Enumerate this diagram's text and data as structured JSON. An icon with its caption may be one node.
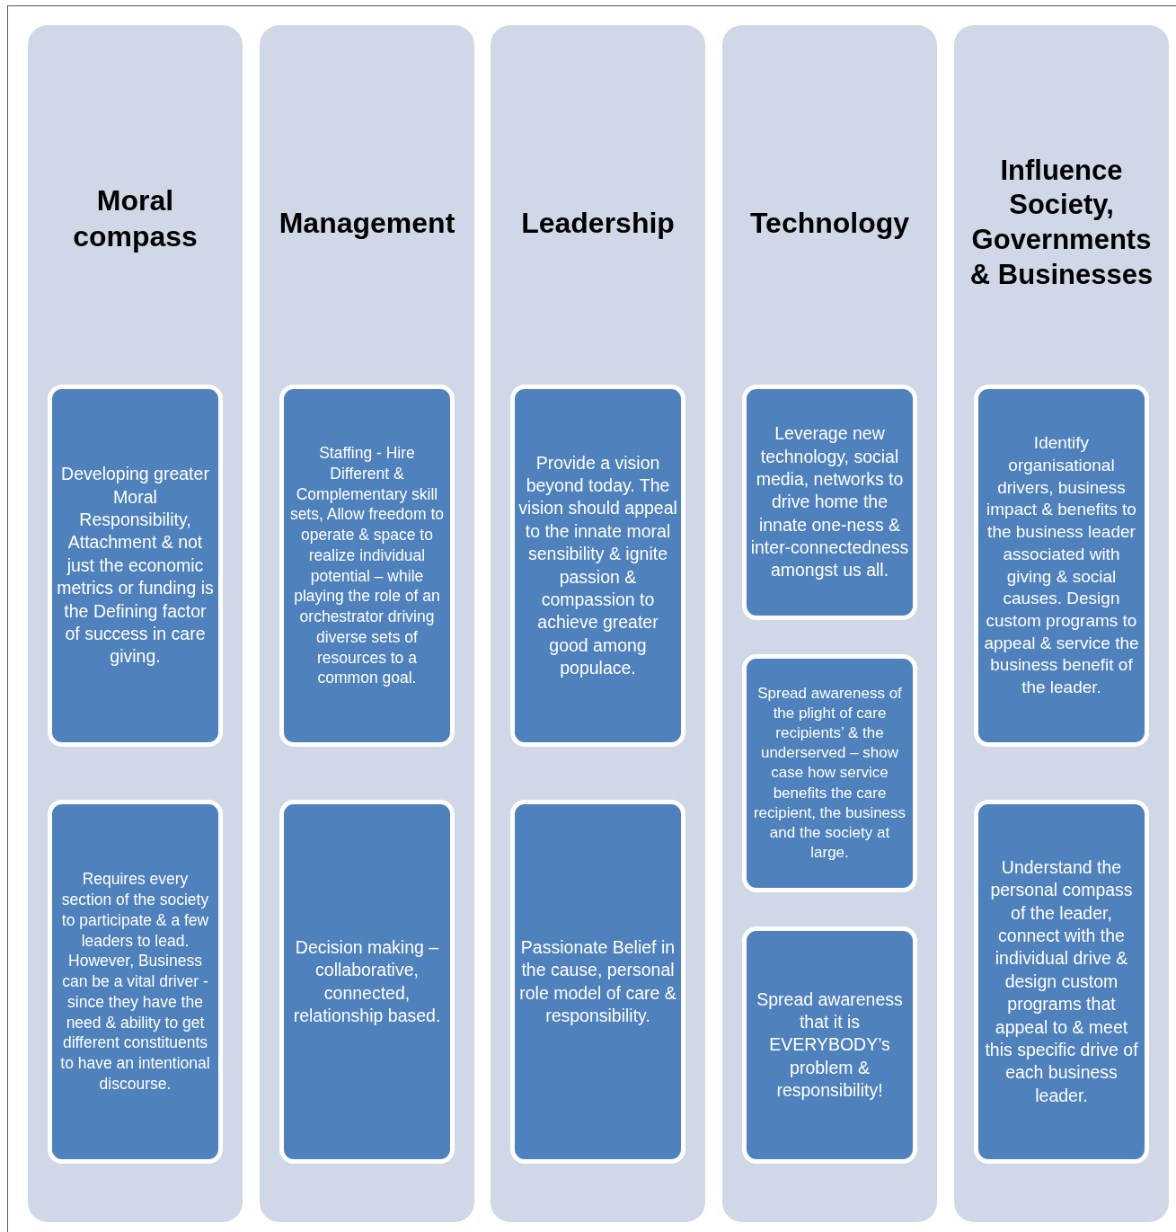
{
  "diagram": {
    "nodes": [
      {
        "text": [
          "Moral compass"
        ]
      },
      {
        "text": [
          "Developing greater Moral Responsibility, Attachment  & not just the economic metrics or funding is the Defining factor of success in care giving."
        ],
        "in": 0
      },
      {
        "text": [
          "Requires every section of the society to participate & a few leaders to lead. However, Business can be a vital driver - since they have the need & ability to get different constituents to have an intentional discourse."
        ],
        "in": 0
      },
      {
        "text": [
          "Management"
        ]
      },
      {
        "text": [
          "Staffing - Hire Different & Complementary skill sets, Allow freedom to operate & space to realize individual potential – while playing the role of an orchestrator driving diverse sets of resources to a common goal."
        ],
        "in": 3
      },
      {
        "text": [
          "Decision making – collaborative, connected, relationship based."
        ],
        "in": 3
      },
      {
        "text": [
          "Leadership"
        ]
      },
      {
        "text": [
          "Provide a vision beyond today. The vision should appeal to the innate moral sensibility & ignite passion & compassion to achieve greater good among populace."
        ],
        "in": 6
      },
      {
        "text": [
          "Passionate Belief in the cause, personal role model of care & responsibility."
        ],
        "in": 6
      },
      {
        "text": [
          "Technology"
        ]
      },
      {
        "text": [
          "Leverage new technology, social media, networks to drive home the innate one-ness & inter-connectedness amongst us all."
        ],
        "in": 9
      },
      {
        "text": [
          "Spread awareness of the plight of care recipients’ & the underserved – show case how service benefits the care recipient, the business and the society at large."
        ],
        "in": 9
      },
      {
        "text": [
          "Spread awareness that it is EVERYBODY’s problem & responsibility!"
        ],
        "in": 9
      },
      {
        "text": [
          "Influence Society, Governments & Businesses"
        ]
      },
      {
        "text": [
          "Identify organisational drivers, business impact & benefits to the business leader associated with giving & social causes.  Design custom programs to appeal & service the business benefit of the leader."
        ],
        "in": 13
      },
      {
        "text": [
          "Understand the personal compass of the leader, connect with the individual drive & design custom programs that appeal to & meet this specific drive of each business leader."
        ],
        "in": 13
      }
    ]
  }
}
